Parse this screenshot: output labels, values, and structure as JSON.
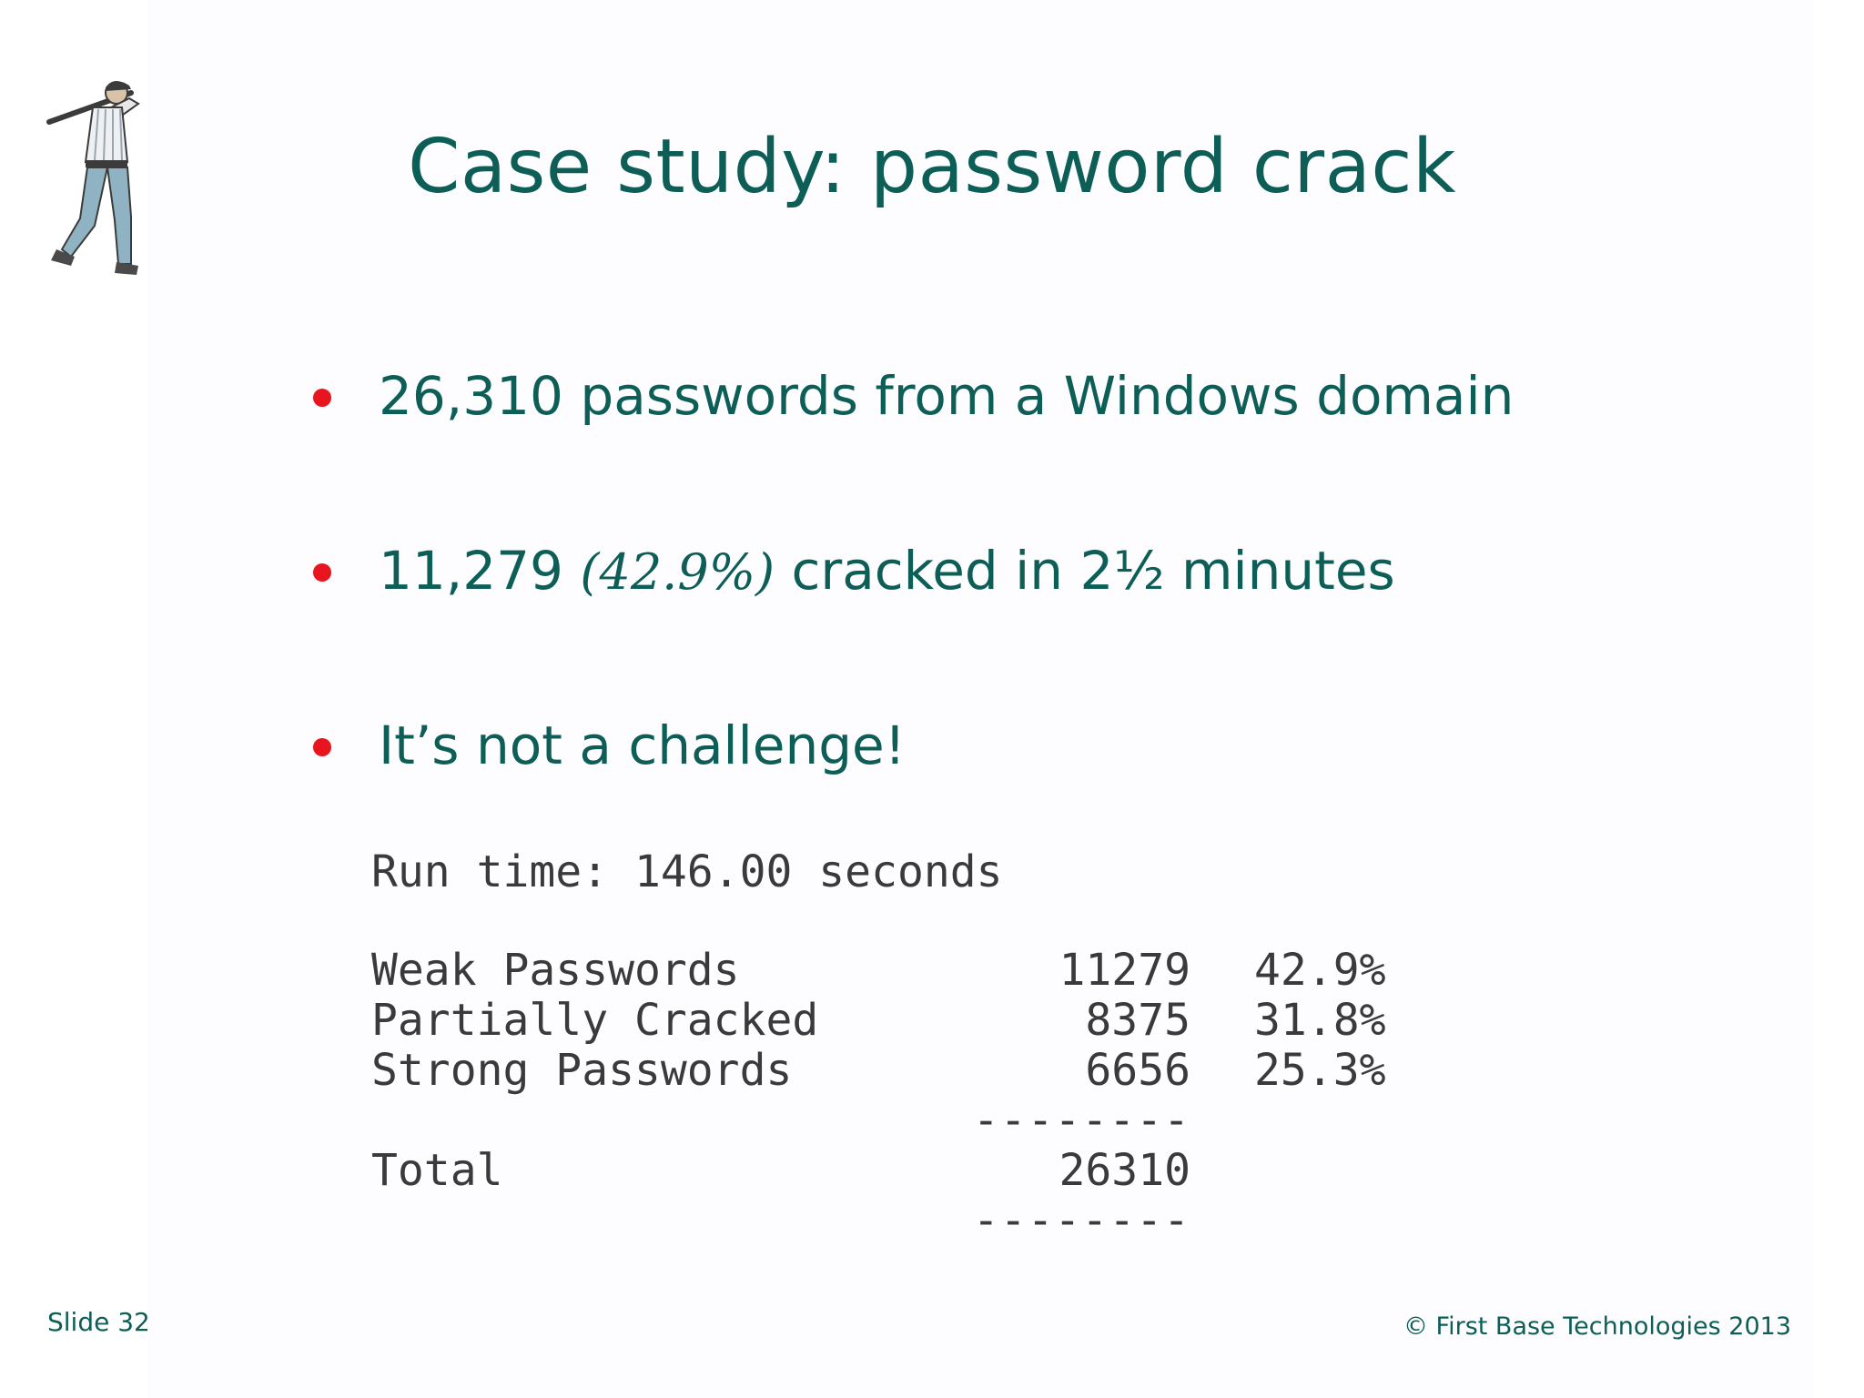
{
  "slide": {
    "title": "Case study: password crack",
    "bullets": [
      {
        "text": "26,310 passwords from a Windows domain"
      },
      {
        "text_before": "11,279 ",
        "text_italic": "(42.9%)",
        "text_after": " cracked in 2½ minutes"
      },
      {
        "text": "It’s not a challenge!"
      }
    ],
    "bullet_color": "#e8141e",
    "text_color": "#0d5e57",
    "logo": {
      "icon": "baseball-batter-icon"
    }
  },
  "console": {
    "run_time": "Run time: 146.00 seconds",
    "rows": [
      {
        "label": "Weak Passwords",
        "count": "11279",
        "percent": "42.9%"
      },
      {
        "label": "Partially Cracked",
        "count": "8375",
        "percent": "31.8%"
      },
      {
        "label": "Strong Passwords",
        "count": "6656",
        "percent": "25.3%"
      }
    ],
    "rule": "--------",
    "total_label": "Total",
    "total_count": "26310"
  },
  "footer": {
    "slide_number": "Slide 32",
    "copyright": "© First Base Technologies 2013"
  }
}
